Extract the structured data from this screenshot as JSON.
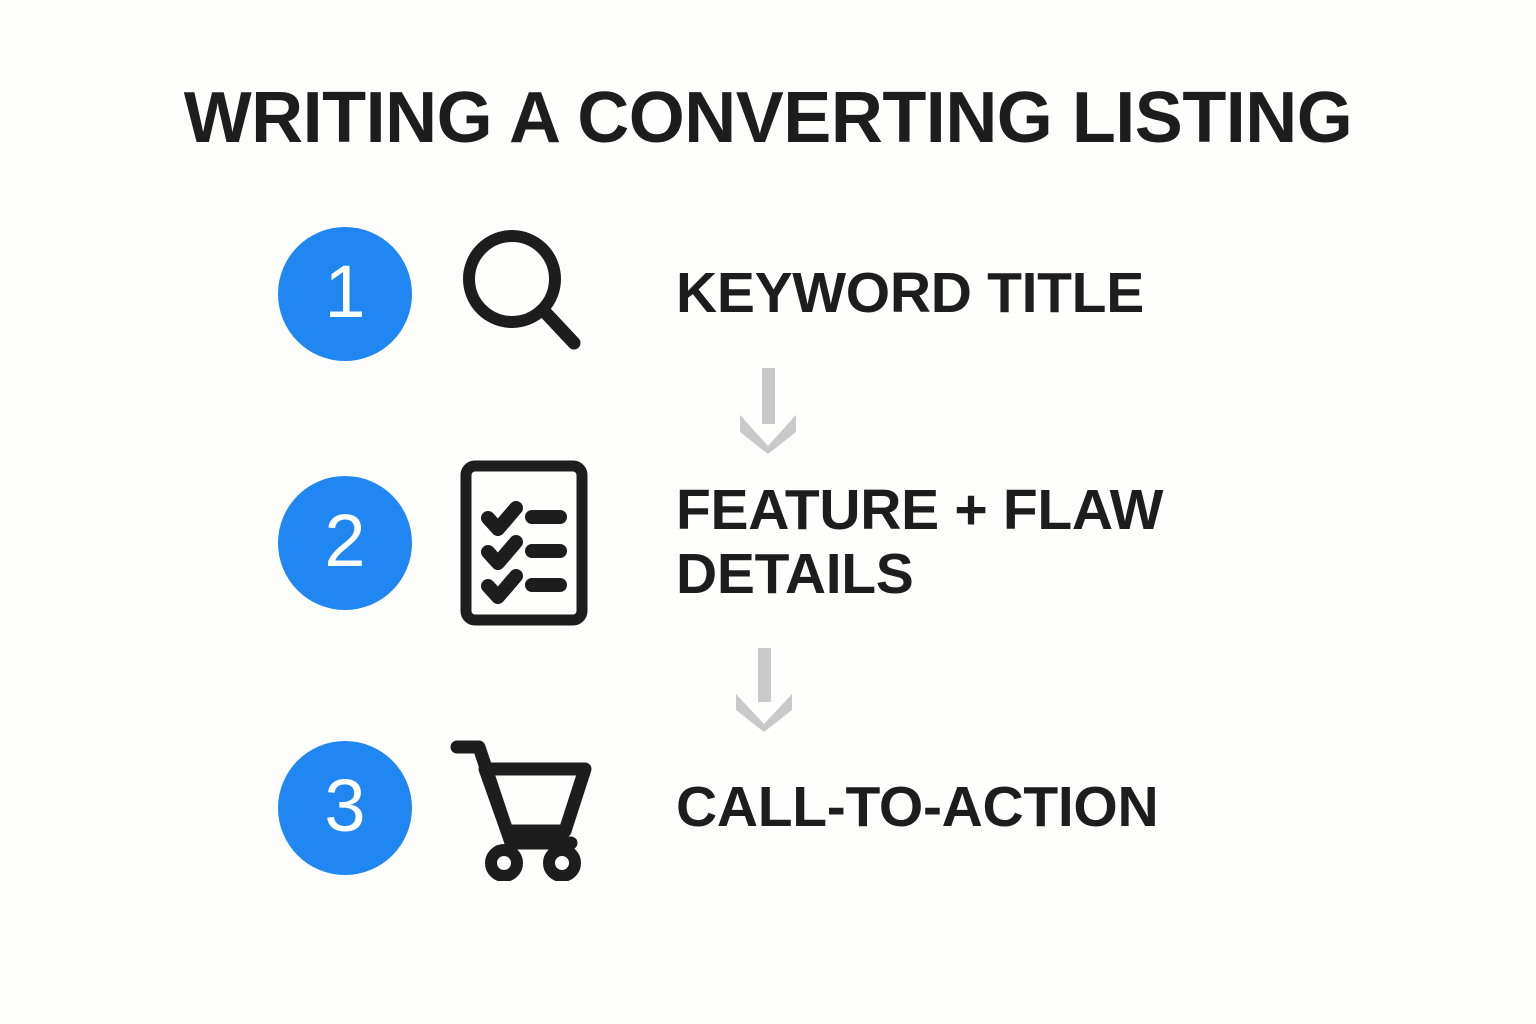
{
  "title": "WRITING A CONVERTING LISTING",
  "theme": {
    "background": "#fdfdfc",
    "accent_blue": "#1f86f2",
    "text_dark": "#1d1d1d",
    "badge_text": "#ffffff",
    "arrow_gray": "#c9c9c9"
  },
  "steps": [
    {
      "number": "1",
      "icon": "search-icon",
      "label": "KEYWORD TITLE"
    },
    {
      "number": "2",
      "icon": "checklist-icon",
      "label": "FEATURE + FLAW\nDETAILS"
    },
    {
      "number": "3",
      "icon": "shopping-cart-icon",
      "label": "CALL-TO-ACTION"
    }
  ],
  "connectors": [
    {
      "icon": "arrow-down-icon",
      "from": "1",
      "to": "2"
    },
    {
      "icon": "arrow-down-icon",
      "from": "2",
      "to": "3"
    }
  ]
}
